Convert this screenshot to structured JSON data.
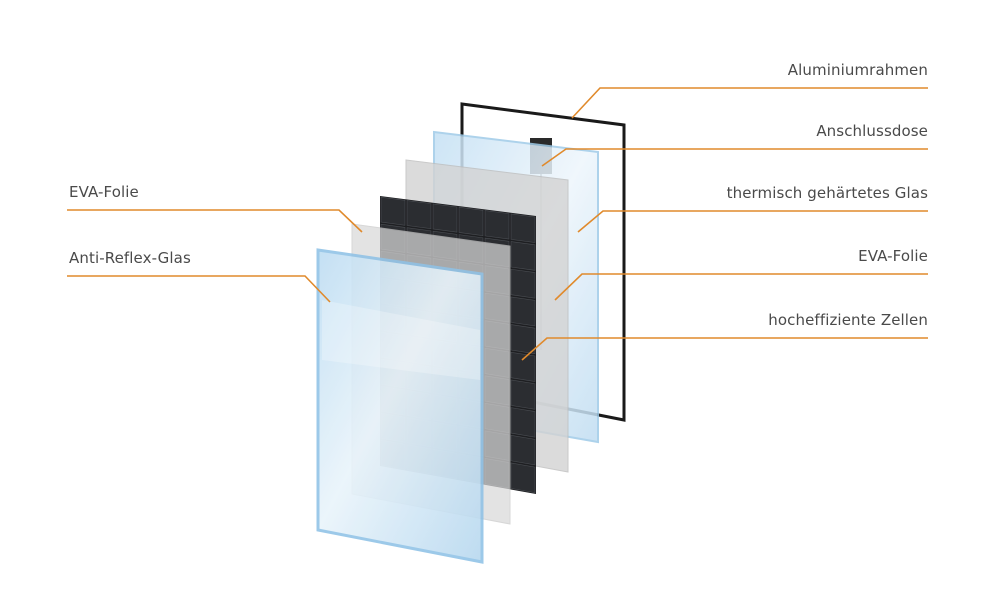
{
  "colors": {
    "leader_line": "#e08a2c",
    "label_text": "#4a4a4a",
    "glass_fill": "#cfe6f6",
    "glass_edge": "#9fcbe8",
    "eva_fill": "#d6d6d6",
    "cell_dark": "#1e1f22",
    "frame": "#1a1a1a"
  },
  "labels": {
    "left": [
      "EVA-Folie",
      "Anti-Reflex-Glas"
    ],
    "right": [
      "Aluminiumrahmen",
      "Anschlussdose",
      "thermisch gehärtetes Glas",
      "EVA-Folie",
      "hocheffiziente Zellen"
    ]
  }
}
